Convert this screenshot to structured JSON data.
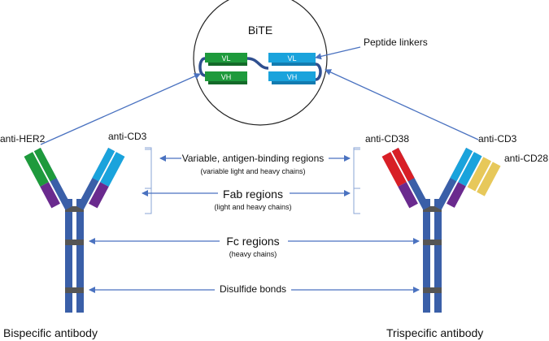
{
  "bite": {
    "title": "BiTE",
    "vl_left": "VL",
    "vh_left": "VH",
    "vl_right": "VL",
    "vh_right": "VH"
  },
  "labels": {
    "peptide_linkers": "Peptide linkers",
    "anti_her2": "anti-HER2",
    "anti_cd3_left": "anti-CD3",
    "anti_cd38": "anti-CD38",
    "anti_cd3_right": "anti-CD3",
    "anti_cd28": "anti-CD28",
    "variable_regions": "Variable, antigen-binding regions",
    "variable_regions_sub": "(variable light and heavy chains)",
    "fab_regions": "Fab regions",
    "fab_regions_sub": "(light and heavy chains)",
    "fc_regions": "Fc regions",
    "fc_regions_sub": "(heavy chains)",
    "disulfide_bonds": "Disulfide bonds",
    "bispecific": "Bispecific antibody",
    "trispecific": "Trispecific antibody"
  },
  "colors": {
    "heavy_chain": "#3a5fa8",
    "green": "#1e9a3c",
    "purple": "#6a2a8e",
    "cyan": "#1aa3dc",
    "red": "#d81f26",
    "yellow": "#e7c85a",
    "arrow": "#4a72c0",
    "disulfide": "#555555"
  }
}
